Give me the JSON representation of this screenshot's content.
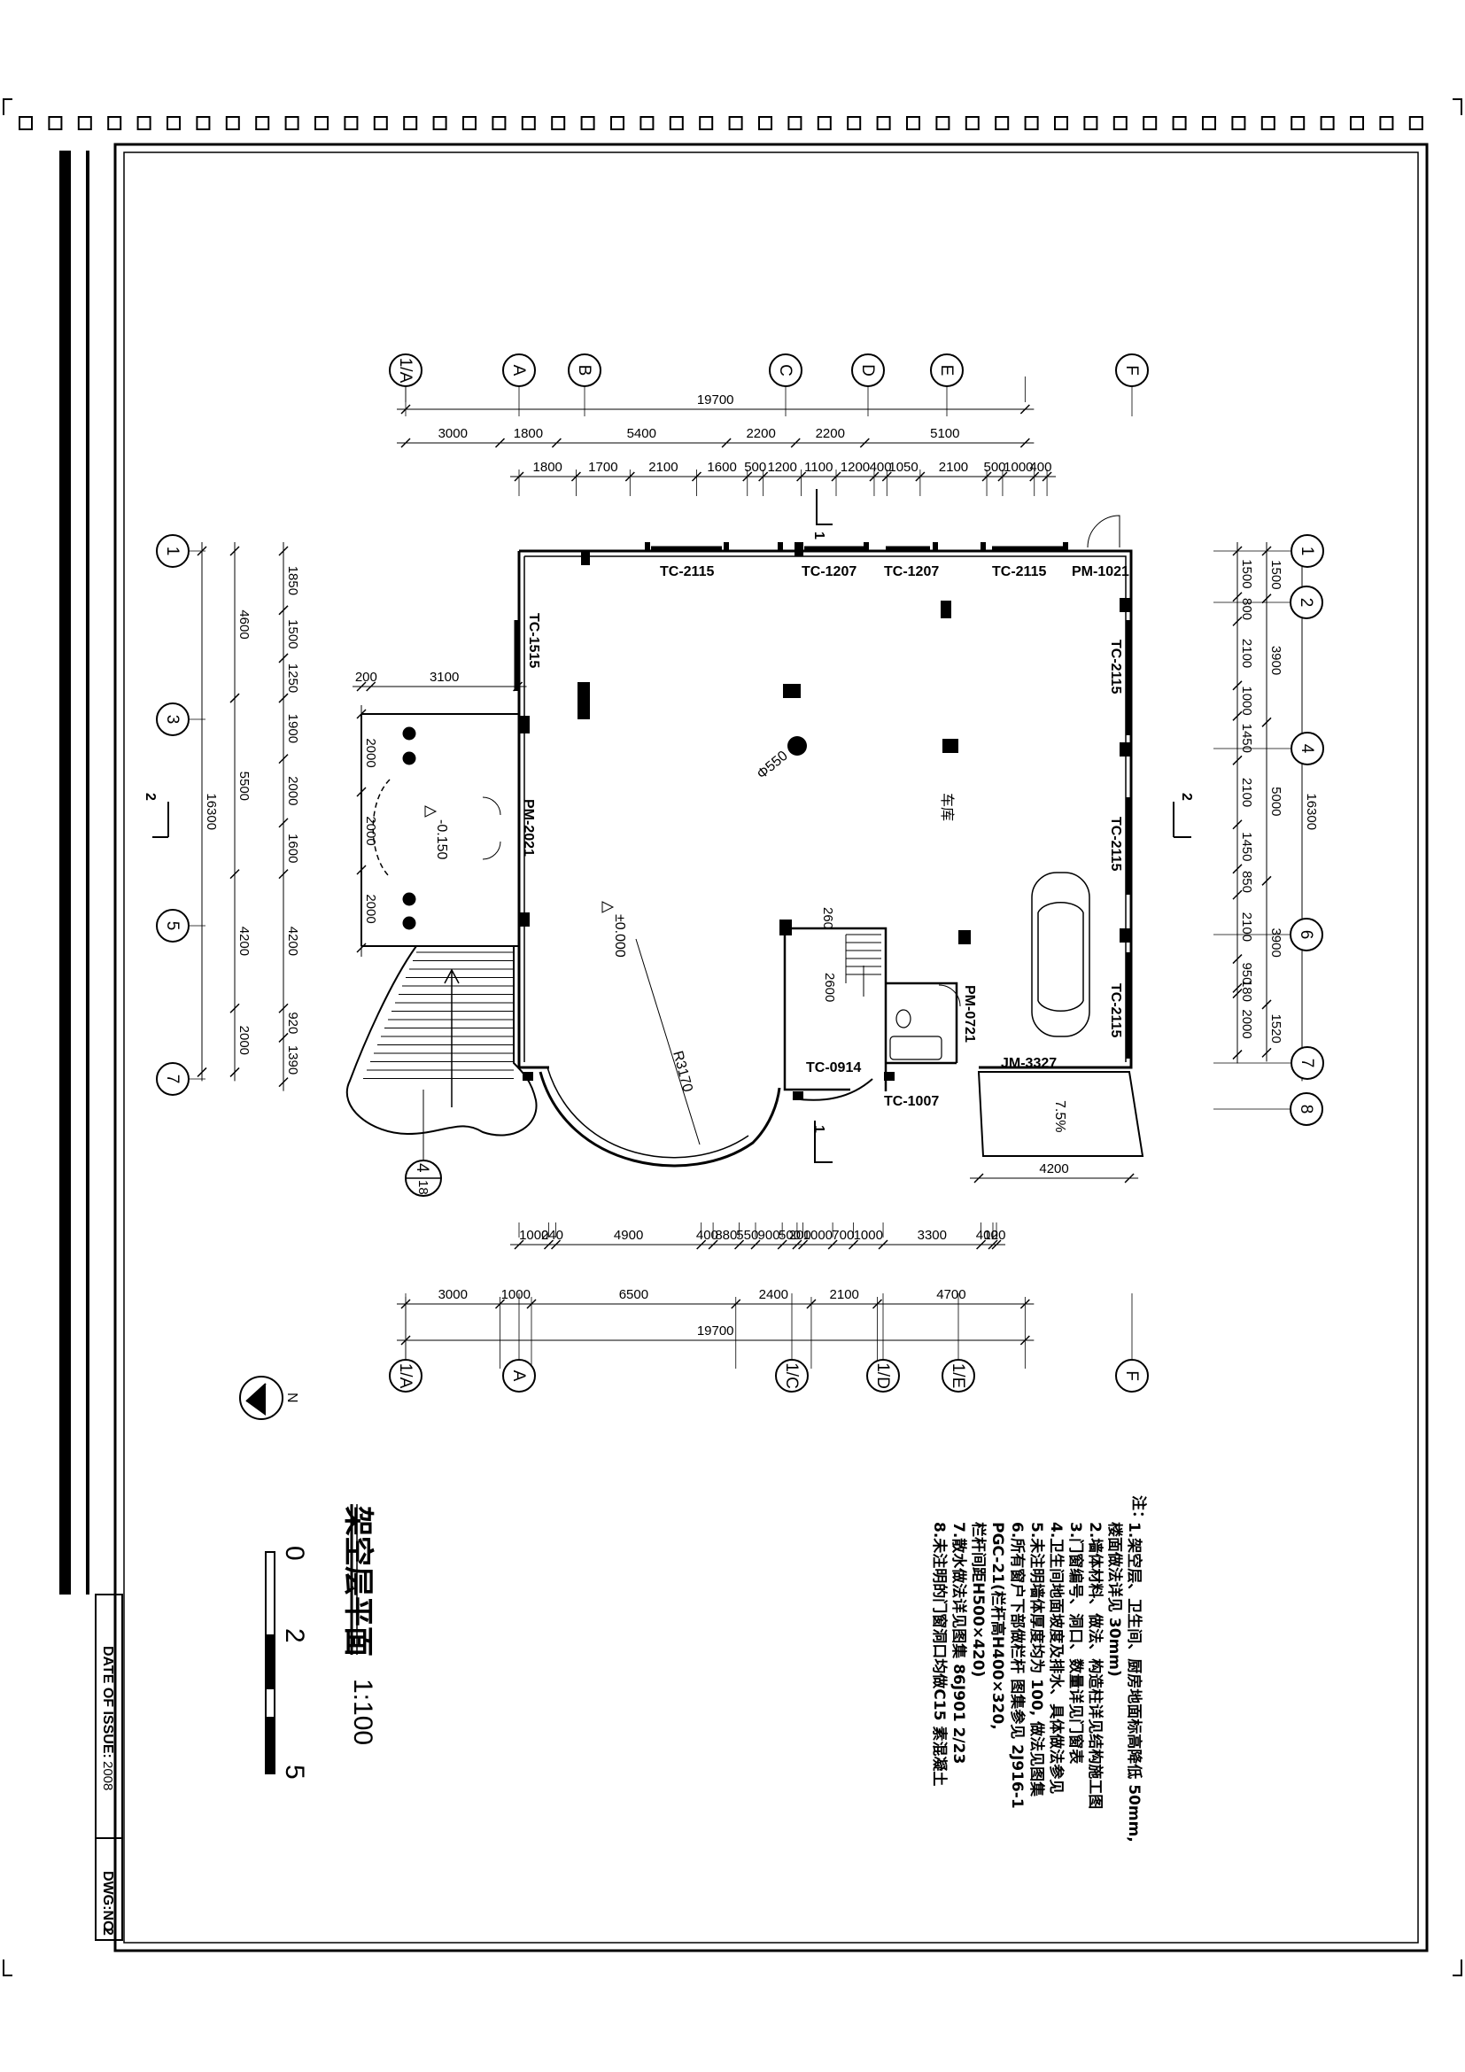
{
  "title": {
    "name": "架空层平面",
    "scale": "1:100"
  },
  "title_block": {
    "date_label": "DATE OF ISSUE:",
    "date_value": "2008",
    "dwg_label": "DWG:NO",
    "dwg_value": "2"
  },
  "scale_bar": {
    "ticks": [
      "0",
      "2",
      "5"
    ]
  },
  "north": "N",
  "axes_top": [
    "1/A",
    "A",
    "B",
    "C",
    "D",
    "E",
    "F"
  ],
  "axes_bottom": [
    "1/A",
    "A",
    "1/C",
    "1/D",
    "1/E",
    "F"
  ],
  "axes_left": [
    "1",
    "3",
    "5",
    "7"
  ],
  "axes_right": [
    "1",
    "2",
    "4",
    "6",
    "7",
    "8"
  ],
  "dims_top": {
    "overall": "19700",
    "row1": [
      "3000",
      "1800",
      "5400",
      "2200",
      "2200",
      "5100"
    ],
    "row2": [
      "1800",
      "1700",
      "2100",
      "1600",
      "500",
      "1200",
      "1100",
      "1200",
      "400",
      "1050",
      "2100",
      "500",
      "1000",
      "400"
    ]
  },
  "dims_bottom": {
    "overall": "19700",
    "row1": [
      "3000",
      "1000",
      "6500",
      "2400",
      "2100",
      "4700"
    ],
    "row2": [
      "1000",
      "240",
      "4900",
      "400",
      "880",
      "550",
      "900",
      "500",
      "200",
      "1000",
      "700",
      "1000",
      "3300",
      "400",
      "120"
    ],
    "ramp": "4200"
  },
  "dims_left": {
    "overall": "16300",
    "row1": [
      "4600",
      "5500",
      "4200",
      "2000"
    ],
    "row2": [
      "1850",
      "1500",
      "1250",
      "1900",
      "2000",
      "1600",
      "4200",
      "920",
      "1390"
    ],
    "porch": [
      "2000",
      "2000",
      "2000"
    ],
    "porch_top": [
      "200",
      "3100"
    ]
  },
  "dims_right": {
    "overall": "16300",
    "row1": [
      "1500",
      "3900",
      "5000",
      "3900",
      "1520"
    ],
    "row2": [
      "1500",
      "800",
      "2100",
      "1000",
      "1450",
      "2100",
      "1450",
      "850",
      "2100",
      "950",
      "180",
      "2000"
    ]
  },
  "labels": {
    "windows_top": [
      "TC-2115",
      "TC-1207",
      "TC-1207",
      "TC-2115"
    ],
    "door_top": "PM-1021",
    "windows_right": [
      "TC-2115",
      "TC-2115",
      "TC-2115"
    ],
    "window_left": "TC-1515",
    "door_left": "PM-2021",
    "garage_door": "JM-3327",
    "window_b1": "TC-0914",
    "window_b2": "TC-1007",
    "door_wc": "PM-0721",
    "garage": "车库",
    "level_main": "±0.000",
    "level_porch": "-0.150",
    "radius": "R3170",
    "column": "Φ550",
    "slope": "7.5%",
    "stair_dim1": "260",
    "stair_dim2": "2600",
    "section_mark": "1",
    "section_mark2": "2",
    "detail_top": "4",
    "detail_bottom": "18"
  },
  "notes": {
    "header": "注：",
    "items": [
      "1.架空层、卫生间、厨房地面标高降低 50mm,",
      "  楼面做法详见 30mm)",
      "2.墙体材料、做法、构造柱详见结构施工图",
      "3.门窗编号、洞口、数量详见门窗表",
      "4.卫生间地面坡度及排水、具体做法参见",
      "5.未注明墙体厚度均为 100, 做法见图集",
      "6.所有窗户下部做栏杆 图集参见 2J916-1",
      "  PGC-21(栏杆高H400×320,",
      "  栏杆间距H500×420)",
      "7.散水做法详见图集 86J901 2/23",
      "8.未注明的门窗洞口均做C15 素混凝土"
    ]
  }
}
